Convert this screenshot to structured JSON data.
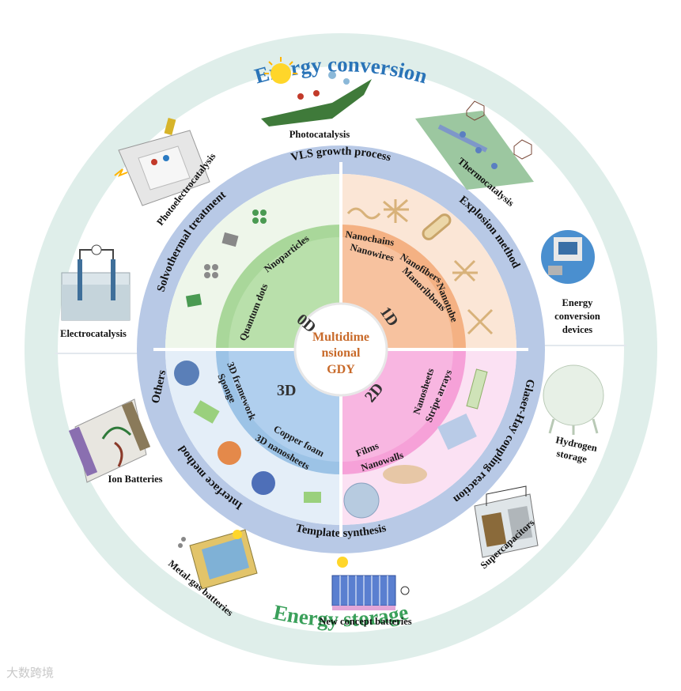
{
  "outer": {
    "top_label": "Energy conversion",
    "bottom_label": "Energy storage",
    "colors": {
      "top": "#2a74b8",
      "bottom": "#3aa05a",
      "ring": "#d9ebe6"
    }
  },
  "center": {
    "line1": "Multidime",
    "line2": "nsional",
    "line3": "GDY"
  },
  "dimensions": {
    "d0": "0D",
    "d1": "1D",
    "d2": "2D",
    "d3": "3D",
    "colors": {
      "d0": "#a9d79a",
      "d1": "#f4b183",
      "d2": "#f6a1d8",
      "d3": "#9cc3e6"
    }
  },
  "forms": {
    "d0": [
      "Nnoparticles",
      "Quantum dots"
    ],
    "d1": [
      "Nanochains",
      "Nanowires",
      "Nanofibers",
      "Manoribbons",
      "Nanotube"
    ],
    "d2": [
      "Nanosheets",
      "Stripe arrays",
      "Films",
      "Nanowalls"
    ],
    "d3": [
      "3D framework",
      "Sponge",
      "Copper foam",
      "3D nanosheets"
    ]
  },
  "methods": {
    "top": "VLS growth process",
    "right_upper": "Explosion method",
    "right_lower": "Glaser-Hay coupling reaction",
    "bottom": "Template synthesis",
    "left_lower": "Interface method",
    "left_upper": "Solvothermal treatment",
    "others": "Others"
  },
  "applications": {
    "photocatalysis": "Photocatalysis",
    "thermocatalysis": "Thermocatalysis",
    "photoelectrocatalysis": "Photoelectrocatalysis",
    "electrocatalysis": "Electrocatalysis",
    "energy_devices": [
      "Energy",
      "conversion",
      "devices"
    ],
    "hydrogen": [
      "Hydrogen",
      "storage"
    ],
    "supercapacitors": "Supercapacitors",
    "new_concept": "New concept batteries",
    "metal_gas": "Metal-gas batteries",
    "ion_batteries": "Ion Batteries"
  },
  "watermark": "大数跨境"
}
